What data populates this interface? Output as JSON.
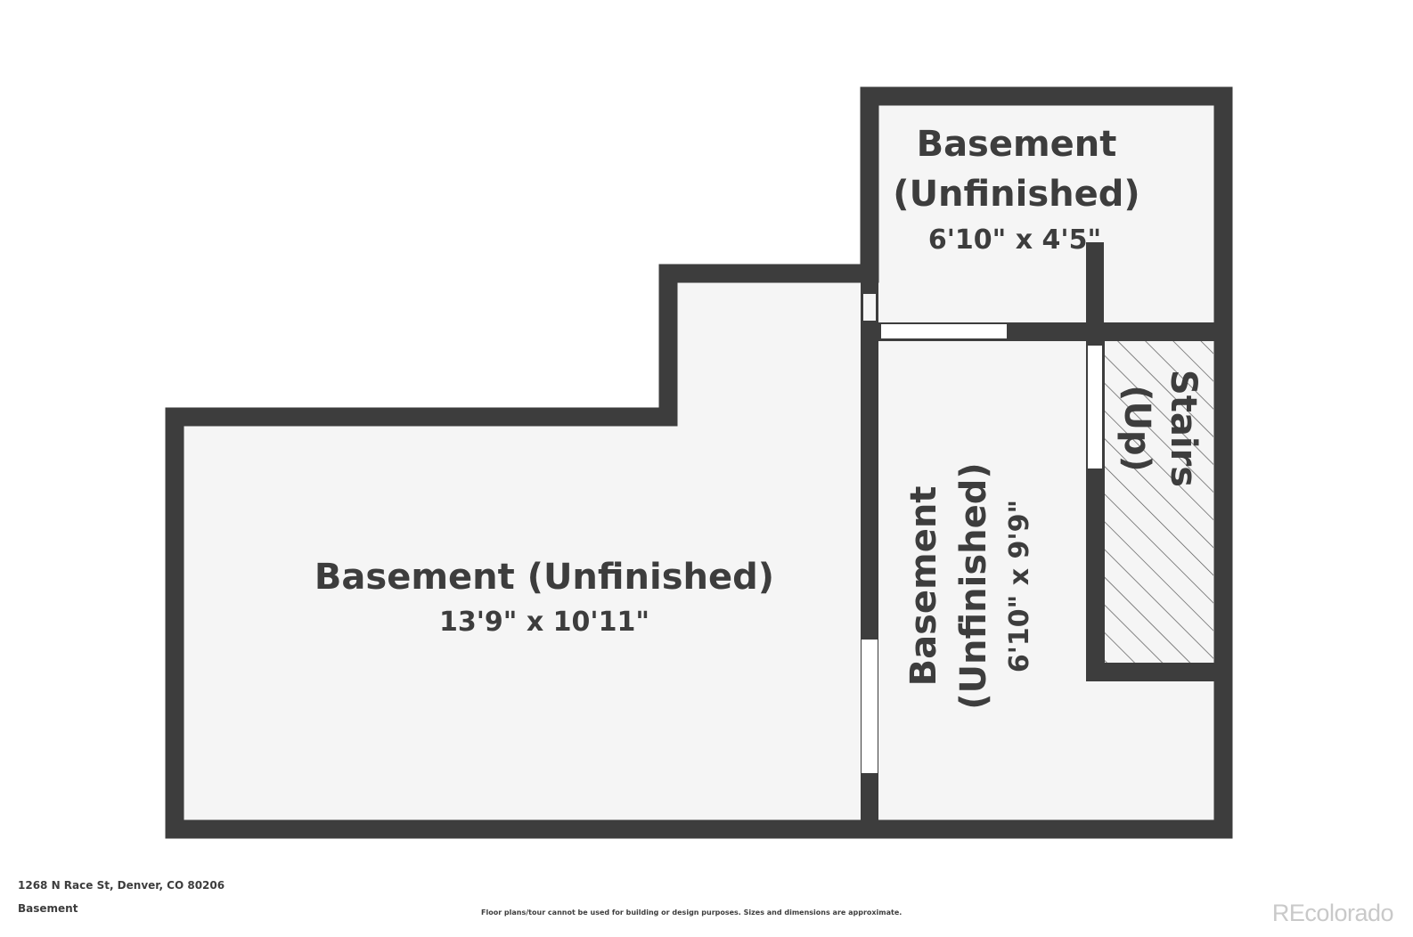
{
  "rooms": {
    "main_basement": {
      "name": "Basement (Unfinished)",
      "dimensions": "13'9\" x 10'11\""
    },
    "upper_right_basement": {
      "name_line1": "Basement",
      "name_line2": "(Unfinished)",
      "dimensions": "6'10\" x 4'5\""
    },
    "lower_right_basement": {
      "name_line1": "Basement",
      "name_line2": "(Unfinished)",
      "dimensions": "6'10\" x 9'9\""
    },
    "stairs": {
      "name_line1": "Stairs",
      "name_line2": "(Up)"
    }
  },
  "footer": {
    "address": "1268 N Race St, Denver, CO 80206",
    "floor": "Basement",
    "disclaimer": "Floor plans/tour cannot be used for building or design purposes. Sizes and dimensions are approximate.",
    "watermark": "REcolorado"
  },
  "colors": {
    "wall": "#3d3d3d",
    "floor": "#f5f5f5",
    "opening": "#ffffff",
    "stair_hatch": "#555555",
    "watermark": "#c9c9c9"
  }
}
